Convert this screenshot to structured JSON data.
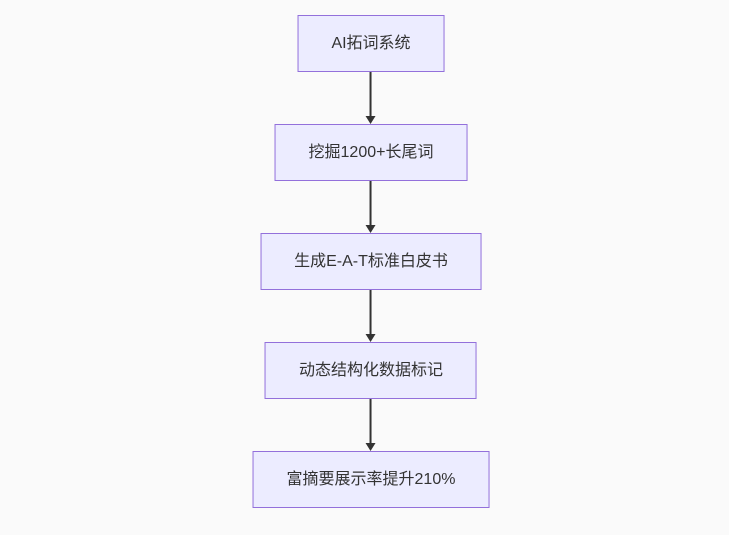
{
  "page": {
    "background_color": "#fafafa"
  },
  "flowchart": {
    "type": "flowchart",
    "direction": "top-down",
    "node_fill_color": "#ECECFF",
    "node_border_color": "#9370DB",
    "node_text_color": "#333333",
    "arrow_color": "#333333",
    "nodes": [
      {
        "label": "AI拓词系统"
      },
      {
        "label": "挖掘1200+长尾词"
      },
      {
        "label": "生成E-A-T标准白皮书"
      },
      {
        "label": "动态结构化数据标记"
      },
      {
        "label": "富摘要展示率提升210%"
      }
    ]
  }
}
